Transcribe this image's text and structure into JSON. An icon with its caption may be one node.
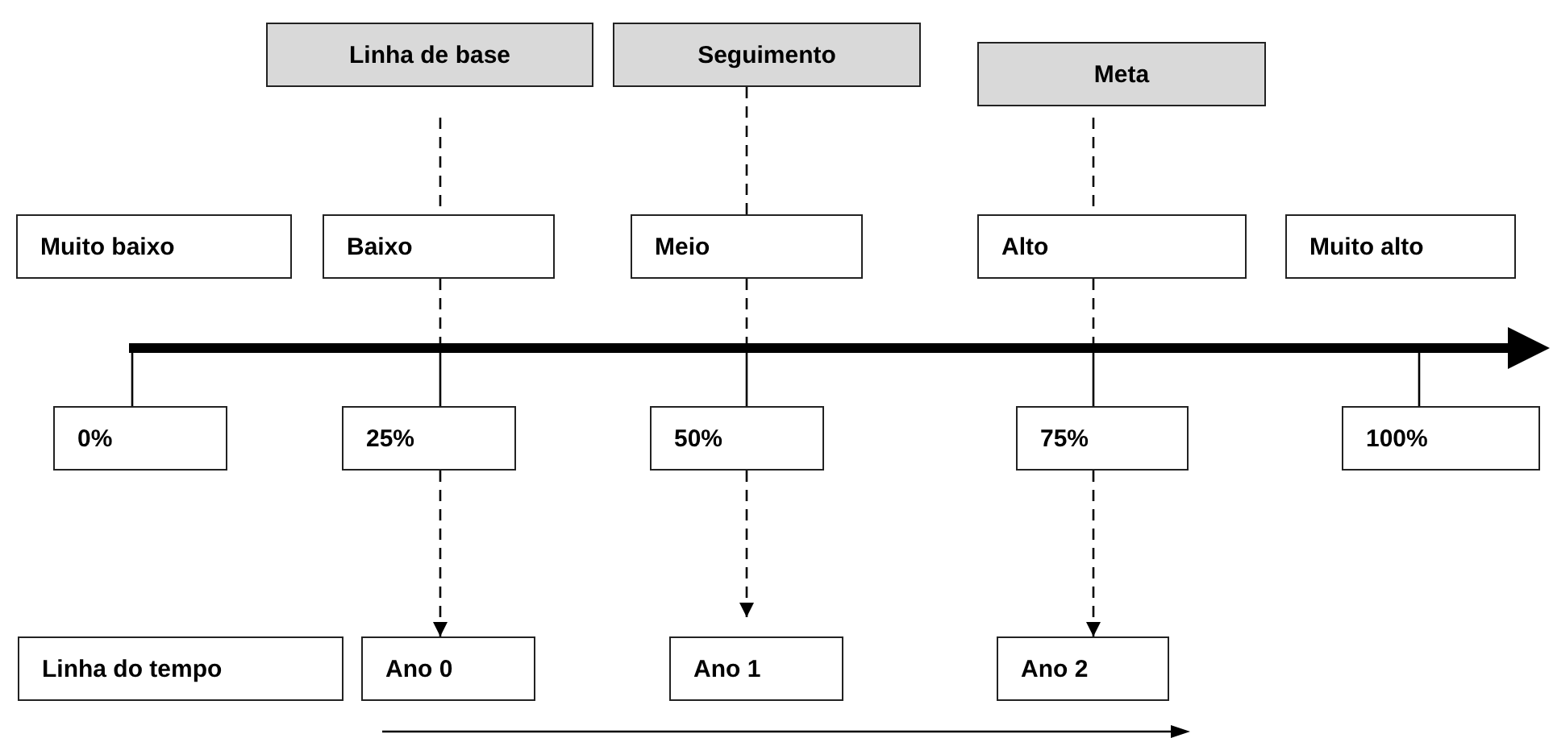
{
  "diagram": {
    "nodes": [
      {
        "text": [
          "Linha de base"
        ]
      },
      {
        "text": [
          "Seguimento"
        ]
      },
      {
        "text": [
          "Meta"
        ]
      },
      {
        "text": [
          "Muito baixo"
        ]
      },
      {
        "text": [
          "Baixo"
        ]
      },
      {
        "text": [
          "Meio"
        ]
      },
      {
        "text": [
          "Alto"
        ]
      },
      {
        "text": [
          "Muito alto"
        ]
      },
      {
        "text": [
          "0%"
        ]
      },
      {
        "text": [
          "25%"
        ]
      },
      {
        "text": [
          "50%"
        ]
      },
      {
        "text": [
          "75%"
        ]
      },
      {
        "text": [
          "100%"
        ]
      },
      {
        "text": [
          "Linha do tempo"
        ]
      },
      {
        "text": [
          "Ano 0"
        ]
      },
      {
        "text": [
          "Ano 1"
        ]
      },
      {
        "text": [
          "Ano 2"
        ]
      }
    ],
    "edges": [
      {
        "from": 0,
        "to": 4,
        "arrow": "none",
        "style": "dashed"
      },
      {
        "from": 1,
        "to": 5,
        "arrow": "none",
        "style": "dashed"
      },
      {
        "from": 2,
        "to": 6,
        "arrow": "none",
        "style": "dashed"
      },
      {
        "from": 4,
        "to": null,
        "arrow": "none",
        "style": "dashed"
      },
      {
        "from": 5,
        "to": null,
        "arrow": "none",
        "style": "dashed"
      },
      {
        "from": 6,
        "to": null,
        "arrow": "none",
        "style": "dashed"
      },
      {
        "from": null,
        "to": 8,
        "arrow": "none"
      },
      {
        "from": null,
        "to": 9,
        "arrow": "none"
      },
      {
        "from": null,
        "to": 10,
        "arrow": "none"
      },
      {
        "from": null,
        "to": 11,
        "arrow": "none"
      },
      {
        "from": null,
        "to": 12,
        "arrow": "none"
      },
      {
        "from": 9,
        "to": 14,
        "arrow": "to",
        "style": "dashed"
      },
      {
        "from": 10,
        "to": 15,
        "arrow": "to",
        "style": "dashed"
      },
      {
        "from": 11,
        "to": 16,
        "arrow": "to",
        "style": "dashed"
      }
    ]
  }
}
